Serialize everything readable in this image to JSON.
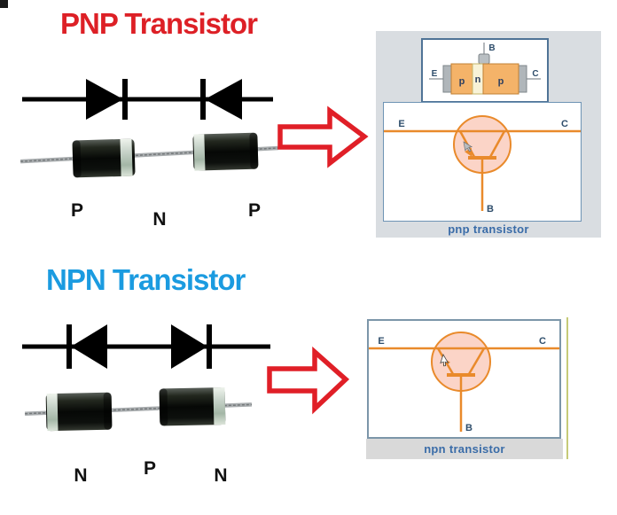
{
  "pnp_section": {
    "title": "PNP Transistor",
    "junction_labels": [
      "P",
      "N",
      "P"
    ],
    "structure_box": {
      "emitter": "E",
      "collector": "C",
      "base": "B",
      "region_left": "p",
      "region_mid": "n",
      "region_right": "p"
    },
    "schematic": {
      "emitter": "E",
      "collector": "C",
      "base": "B"
    },
    "caption": "pnp transistor"
  },
  "npn_section": {
    "title": "NPN Transistor",
    "junction_labels": [
      "N",
      "P",
      "N"
    ],
    "schematic": {
      "emitter": "E",
      "collector": "C",
      "base": "B"
    },
    "caption": "npn transistor"
  },
  "colors": {
    "pnp_title_red": "#dd2026",
    "npn_title_blue": "#1b9be0",
    "arrow_red": "#e01f27",
    "schematic_orange": "#e98a2b",
    "transistor_circle_fill": "#fbd4c7",
    "caption_blue": "#3a6ca8",
    "panel_gray": "#d9dde1",
    "caption_strip_gray": "#d9d9d9",
    "edge_line_yellow_green": "#c6ca78"
  }
}
